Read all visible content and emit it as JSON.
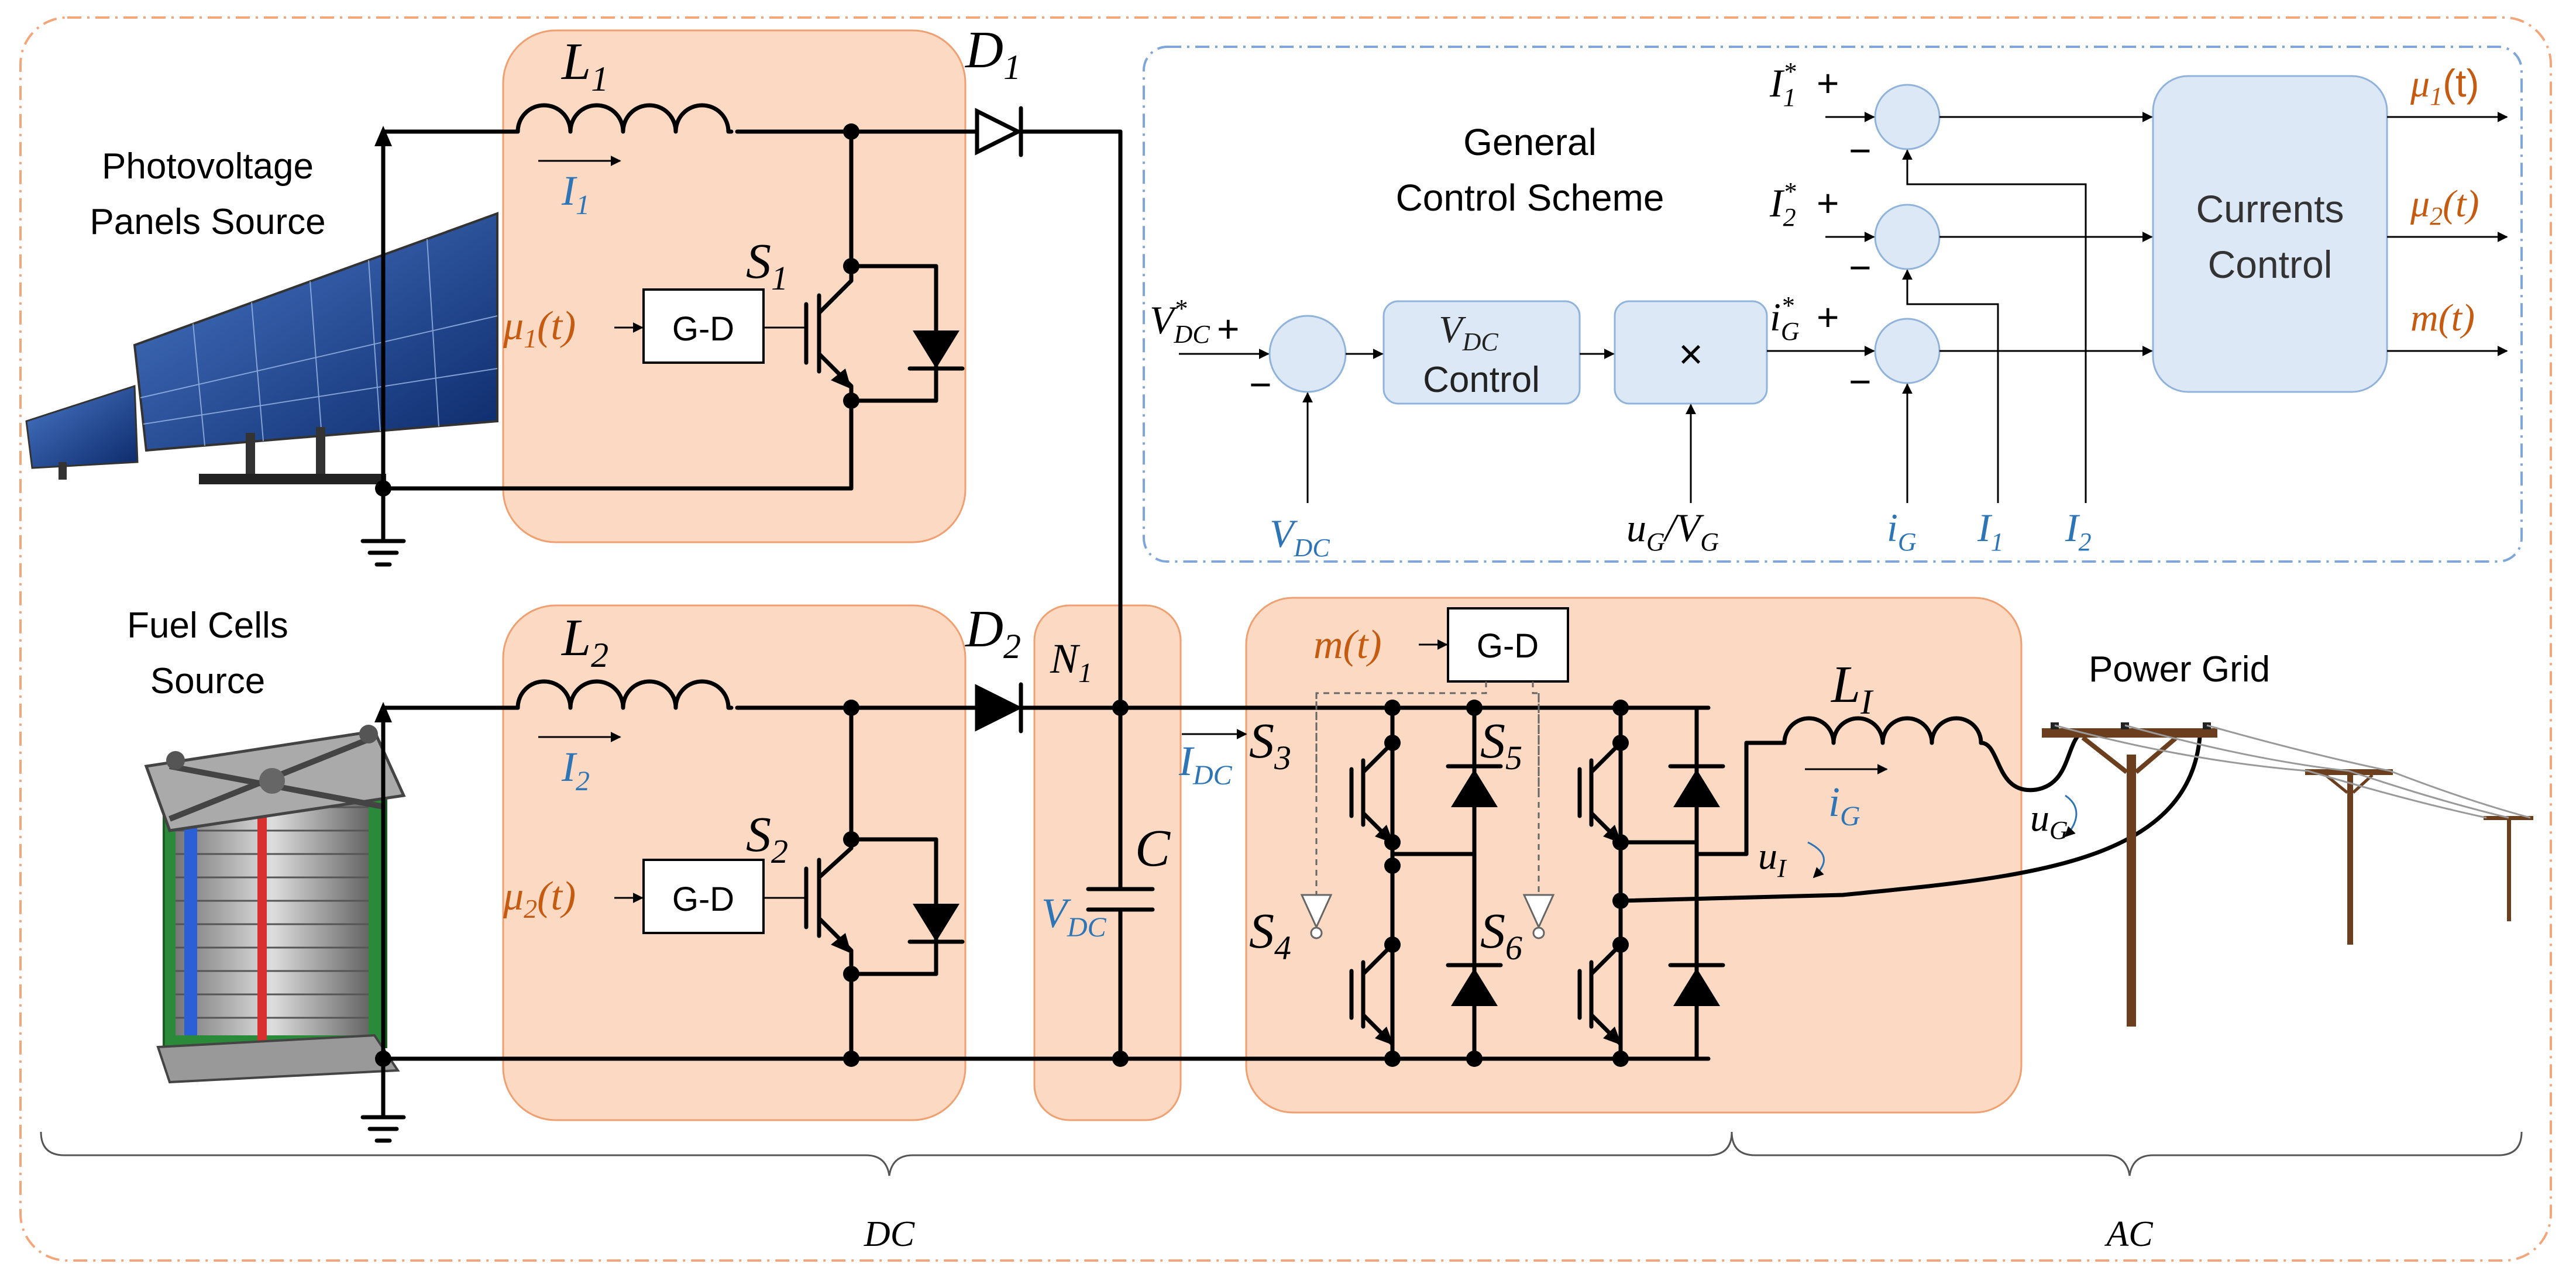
{
  "labels": {
    "pv_source": [
      "Photovoltage",
      "Panels Source"
    ],
    "fc_source": [
      "Fuel Cells",
      "Source"
    ],
    "power_grid": "Power Grid",
    "control_title": [
      "General",
      "Control Scheme"
    ],
    "currents_control": [
      "Currents",
      "Control"
    ],
    "vdc_control": [
      "V",
      "DC",
      "Control"
    ],
    "gd1": "G-D",
    "gd2": "G-D",
    "gd3": "G-D",
    "multiply": "×",
    "dc_region": "DC",
    "ac_region": "AC"
  },
  "symbols": {
    "L1": "L",
    "L1s": "1",
    "L2": "L",
    "L2s": "2",
    "LI": "L",
    "LIs": "I",
    "D1": "D",
    "D1s": "1",
    "D2": "D",
    "D2s": "2",
    "N1": "N",
    "N1s": "1",
    "C": "C",
    "I1": "I",
    "I1s": "1",
    "I2": "I",
    "I2s": "2",
    "IDC": "I",
    "IDCs": "DC",
    "iG": "i",
    "iGs": "G",
    "uG": "u",
    "uGs": "G",
    "uI": "u",
    "uIs": "I",
    "VDC": "V",
    "VDCs": "DC",
    "S1": "S",
    "S1s": "1",
    "S2": "S",
    "S2s": "2",
    "S3": "S",
    "S3s": "3",
    "S4": "S",
    "S4s": "4",
    "S5": "S",
    "S5s": "5",
    "S6": "S",
    "S6s": "6",
    "mu1t": "μ",
    "mu1s": "1",
    "mu1a": "(t)",
    "mu2t": "μ",
    "mu2s": "2",
    "mu2a": "(t)",
    "mt": "m(t)",
    "out_mu1": "μ",
    "out_mu1s": "1",
    "out_mu1a": "(t)",
    "out_mu2": "μ",
    "out_mu2s": "2",
    "out_mu2a": "(t)",
    "out_m": "m(t)",
    "ref_I1": "I",
    "ref_I1s": "1",
    "ref_I1p": "*",
    "ref_I2": "I",
    "ref_I2s": "2",
    "ref_I2p": "*",
    "ref_iG": "i",
    "ref_iGs": "G",
    "ref_iGp": "*",
    "ref_VDC": "V",
    "ref_VDCs": "DC",
    "ref_VDCp": "*",
    "fb_VDC": "V",
    "fb_VDCs": "DC",
    "fb_uG": "u",
    "fb_uGs": "G",
    "fb_slash": "/V",
    "fb_VGs": "G",
    "fb_iG": "i",
    "fb_iGs": "G",
    "fb_I1": "I",
    "fb_I1s": "1",
    "fb_I2": "I",
    "fb_I2s": "2",
    "plus": "+",
    "minus": "−"
  },
  "colors": {
    "blue_label": "#2e75b6",
    "orange_label": "#c55a11",
    "converter_fill": "#fbd9c2",
    "block_fill": "#dce8f6"
  }
}
